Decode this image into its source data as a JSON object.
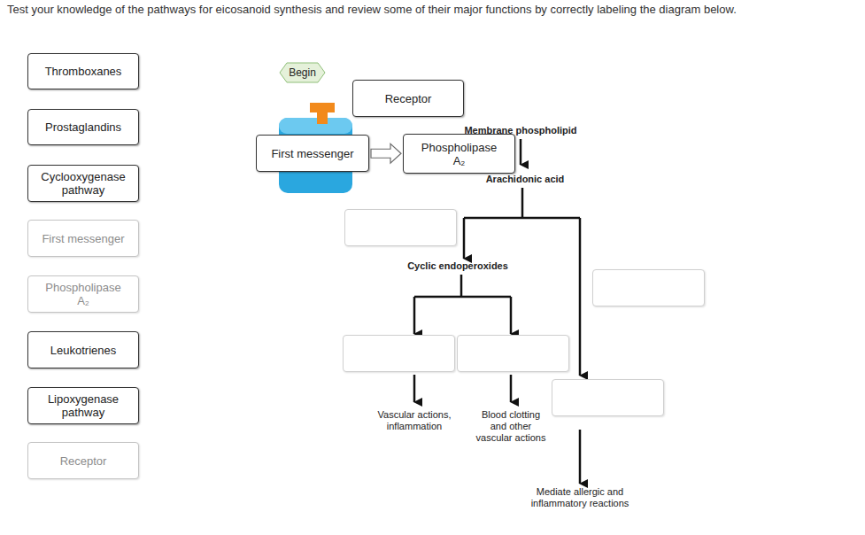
{
  "diagram": {
    "title": "Test your knowledge of the pathways for eicosanoid synthesis and review some of their major functions by correctly labeling the diagram below.",
    "nodes": [
      {
        "text": [
          "Thromboxanes"
        ]
      },
      {
        "text": [
          "Prostaglandins"
        ]
      },
      {
        "text": [
          "Cyclooxygenase pathway"
        ]
      },
      {
        "text": [
          "First messenger"
        ]
      },
      {
        "text": [
          "Phospholipase A₂"
        ]
      },
      {
        "text": [
          "Leukotrienes"
        ]
      },
      {
        "text": [
          "Lipoxygenase pathway"
        ]
      },
      {
        "text": [
          "Receptor"
        ]
      },
      {
        "text": [
          "Begin"
        ]
      },
      {
        "text": [
          "Receptor"
        ]
      },
      {
        "text": [
          "First messenger"
        ]
      },
      {
        "text": [
          "Phospholipase A₂"
        ]
      }
    ],
    "edges": [
      {
        "from": 10,
        "to": 11,
        "arrow": "to"
      }
    ],
    "labels": [
      "Membrane phospholipid",
      "Arachidonic acid",
      "Cyclic endoperoxides",
      "Vascular actions, inflammation",
      "Blood clotting and other vascular actions",
      "Mediate allergic and inflammatory reactions"
    ]
  }
}
